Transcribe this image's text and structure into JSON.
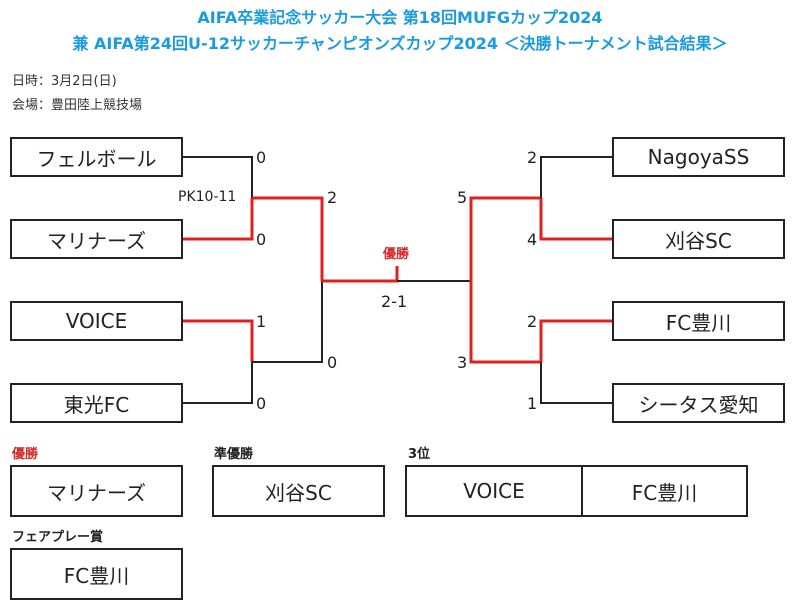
{
  "header": {
    "title_line1": "AIFA卒業記念サッカー大会 第18回MUFGカップ2024",
    "title_line2": "兼 AIFA第24回U-12サッカーチャンピオンズカップ2024 ＜決勝トーナメント試合結果＞",
    "date": "日時：3月2日(日)",
    "venue": "会場：豊田陸上競技場"
  },
  "bracket": {
    "left_teams": [
      "フェルボール",
      "マリナーズ",
      "VOICE",
      "東光FC"
    ],
    "right_teams": [
      "NagoyaSS",
      "刈谷SC",
      "FC豊川",
      "シータス愛知"
    ],
    "left_scores_r1": [
      "0",
      "0",
      "1",
      "0"
    ],
    "left_pk": "PK10-11",
    "left_scores_r2": [
      "2",
      "0"
    ],
    "right_scores_r1": [
      "2",
      "4",
      "2",
      "1"
    ],
    "right_scores_r2": [
      "5",
      "3"
    ],
    "final_label": "優勝",
    "final_score": "2-1"
  },
  "results": {
    "champion_label": "優勝",
    "champion": "マリナーズ",
    "runner_up_label": "準優勝",
    "runner_up": "刈谷SC",
    "third_label": "3位",
    "third": [
      "VOICE",
      "FC豊川"
    ],
    "fairplay_label": "フェアプレー賞",
    "fairplay": "FC豊川"
  },
  "colors": {
    "title": "#1a9be0",
    "winner_line": "#e02020",
    "line": "#222222",
    "highlight_text": "#d62a2a"
  }
}
